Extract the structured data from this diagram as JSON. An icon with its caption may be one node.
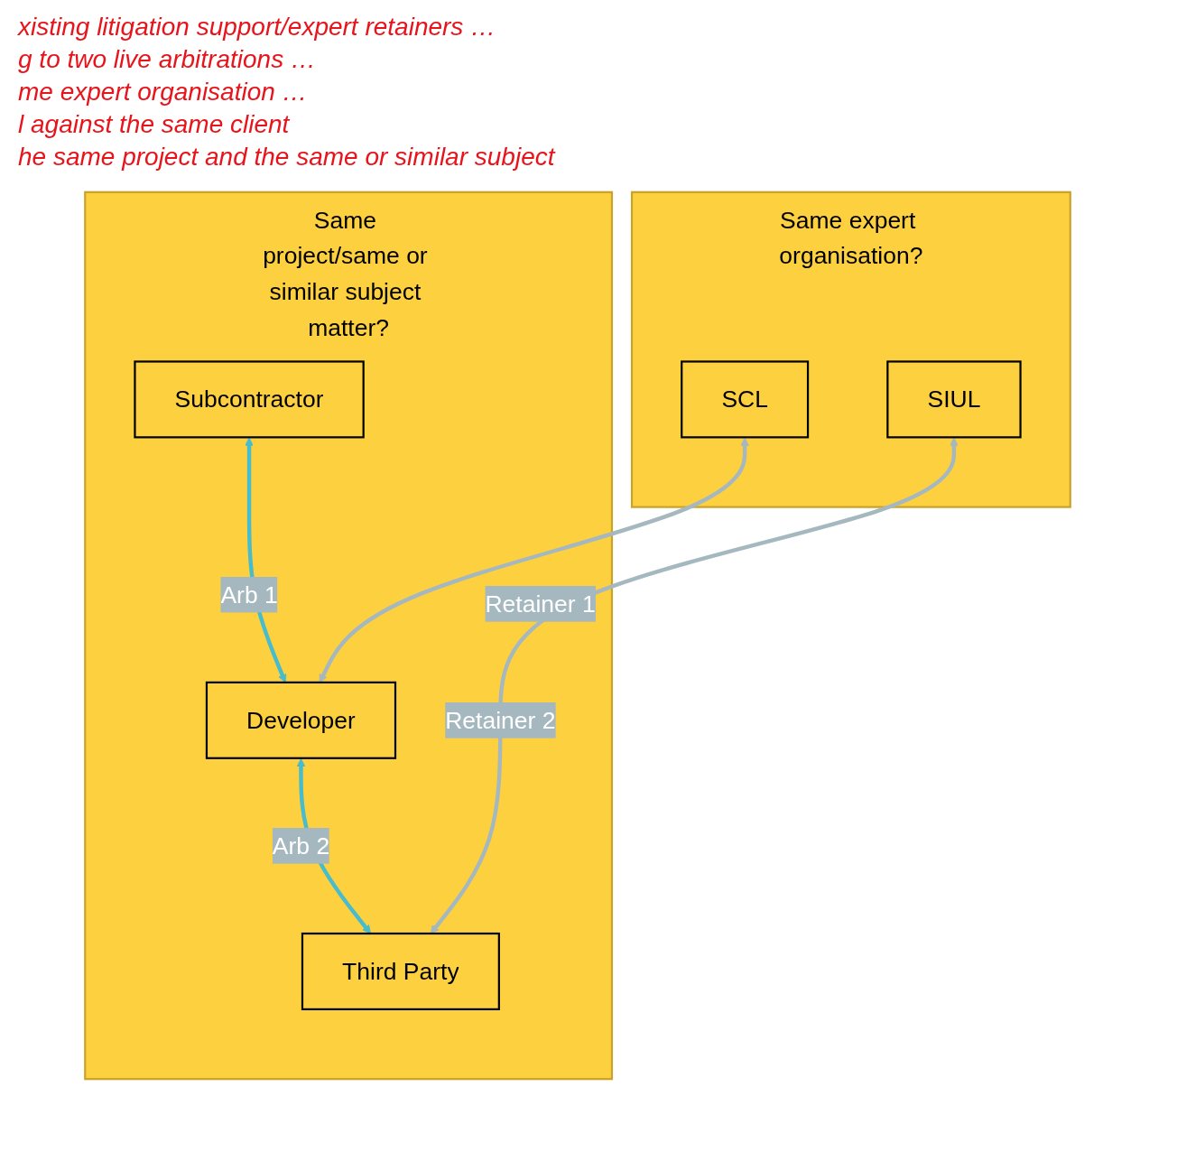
{
  "diagram": {
    "nodes": [
      {
        "text": [
          "Same expert organisation?"
        ]
      },
      {
        "text": [
          "SCL"
        ],
        "in": 0
      },
      {
        "text": [
          "SIUL"
        ],
        "in": 0
      },
      {
        "text": [
          "Same project/same or similar subject matter?"
        ]
      },
      {
        "text": [
          "Subcontractor"
        ],
        "in": 3
      },
      {
        "text": [
          "Developer"
        ],
        "in": 3
      },
      {
        "text": [
          "Third Party"
        ],
        "in": 3
      }
    ],
    "edges": [
      {
        "from": 4,
        "to": 5,
        "arrow": "both",
        "label": "Arb 1",
        "color": "#47bccc"
      },
      {
        "from": 1,
        "to": 5,
        "arrow": "both",
        "label": "Retainer 1",
        "color": "#a5b8bf"
      },
      {
        "from": 5,
        "to": 6,
        "arrow": "both",
        "label": "Arb 2",
        "color": "#47bccc"
      },
      {
        "from": 2,
        "to": 6,
        "arrow": "both",
        "label": "Retainer 2",
        "color": "#a5b8bf"
      }
    ],
    "labels": [
      "xisting litigation support/expert retainers …",
      "g to two live arbitrations …",
      "me expert organisation …",
      "l against the same client",
      "he same project and the same or similar subject"
    ]
  }
}
